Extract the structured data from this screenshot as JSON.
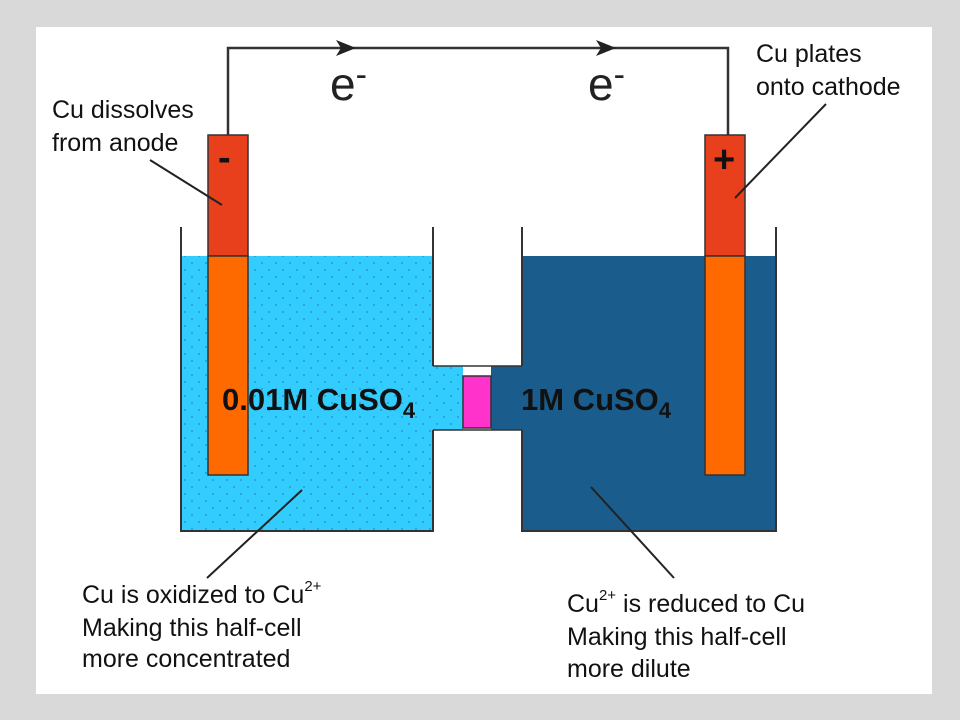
{
  "diagram": {
    "electron_label": "e-",
    "electron_main": "e",
    "electron_sup": "-",
    "anode_sign": "-",
    "cathode_sign": "+",
    "left_solution": {
      "prefix": "0.01M CuSO",
      "subscript": "4"
    },
    "right_solution": {
      "prefix": "1M CuSO",
      "subscript": "4"
    },
    "annotations": {
      "anode": [
        "Cu dissolves",
        "from anode"
      ],
      "cathode": [
        "Cu plates",
        "onto cathode"
      ],
      "left_cell": {
        "line1_pre": "Cu is oxidized to Cu",
        "line1_sup": "2+",
        "line2": "Making this half-cell",
        "line3": "more concentrated"
      },
      "right_cell": {
        "line1_pre": "Cu",
        "line1_sup": "2+",
        "line1_post": " is reduced to Cu",
        "line2": "Making this half-cell",
        "line3": "more dilute"
      }
    },
    "colors": {
      "left_solution": "#33ccff",
      "right_solution": "#1a5c8c",
      "electrode": "#ff6a00",
      "electrode_top": "#e8401c",
      "salt_bridge": "#ff33cc",
      "wire": "#333333"
    }
  }
}
